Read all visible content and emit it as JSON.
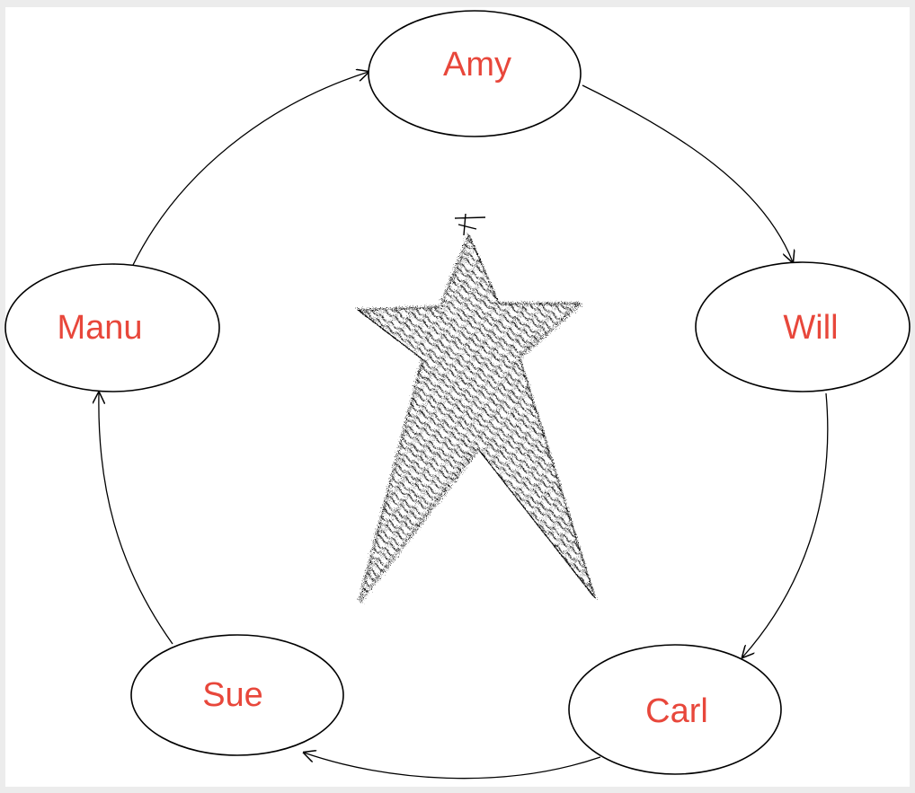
{
  "diagram": {
    "nodes": [
      {
        "id": "amy",
        "label": "Amy"
      },
      {
        "id": "will",
        "label": "Will"
      },
      {
        "id": "carl",
        "label": "Carl"
      },
      {
        "id": "sue",
        "label": "Sue"
      },
      {
        "id": "manu",
        "label": "Manu"
      }
    ],
    "edges": [
      {
        "from": "amy",
        "to": "will"
      },
      {
        "from": "will",
        "to": "carl"
      },
      {
        "from": "carl",
        "to": "sue"
      },
      {
        "from": "sue",
        "to": "manu"
      },
      {
        "from": "manu",
        "to": "amy"
      }
    ],
    "center_graphic": "scribbled-star",
    "colors": {
      "label": "#e8473b",
      "outline": "#000000",
      "background": "#ffffff",
      "page_border": "#ececec"
    }
  }
}
